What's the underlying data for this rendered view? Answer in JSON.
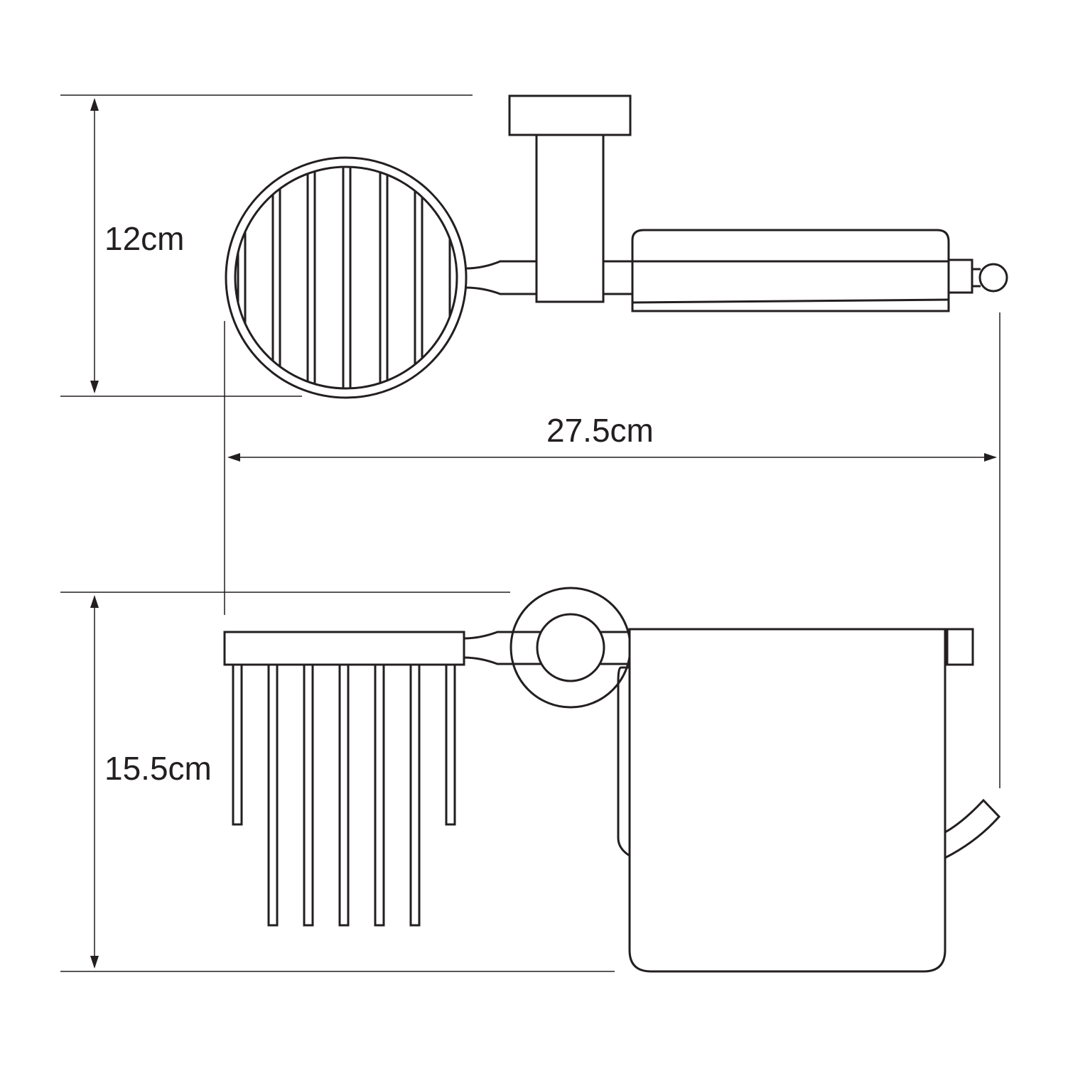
{
  "dimensions": {
    "top_height": "12cm",
    "width": "27.5cm",
    "bottom_height": "15.5cm"
  },
  "colors": {
    "line": "#231f20",
    "background": "#ffffff"
  }
}
